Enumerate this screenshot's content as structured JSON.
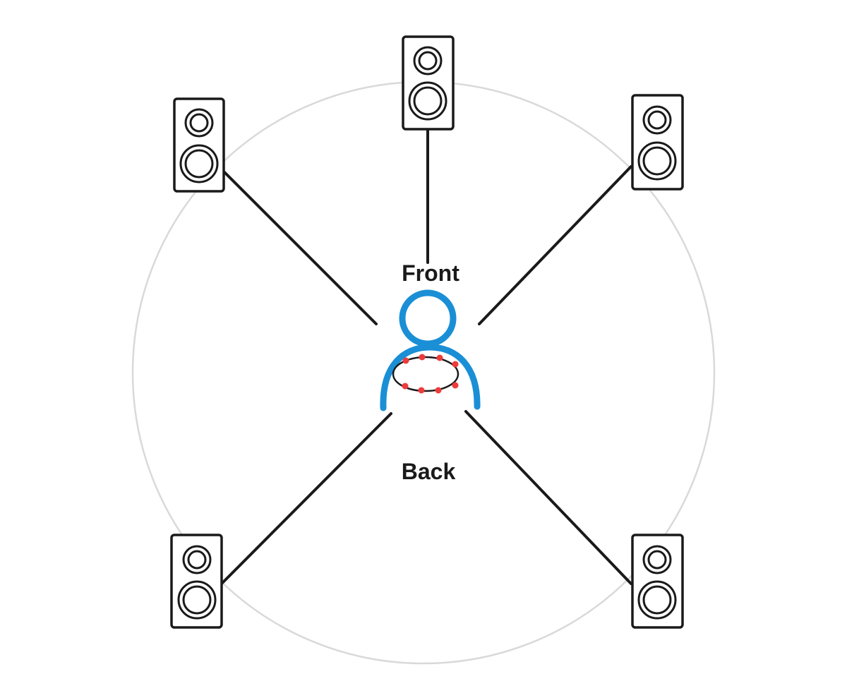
{
  "labels": {
    "front": "Front",
    "back": "Back"
  },
  "speakers": [
    {
      "id": "top-center"
    },
    {
      "id": "top-left"
    },
    {
      "id": "top-right"
    },
    {
      "id": "bottom-left"
    },
    {
      "id": "bottom-right"
    }
  ],
  "colors": {
    "listener": "#1a8fd6",
    "mic_points": "#ee3b3b",
    "circle": "#d9d9d9",
    "lines": "#1a1a1a"
  },
  "icons": {
    "listener": "person-icon",
    "speaker": "speaker-icon",
    "mic_array": "microphone-array-icon"
  }
}
